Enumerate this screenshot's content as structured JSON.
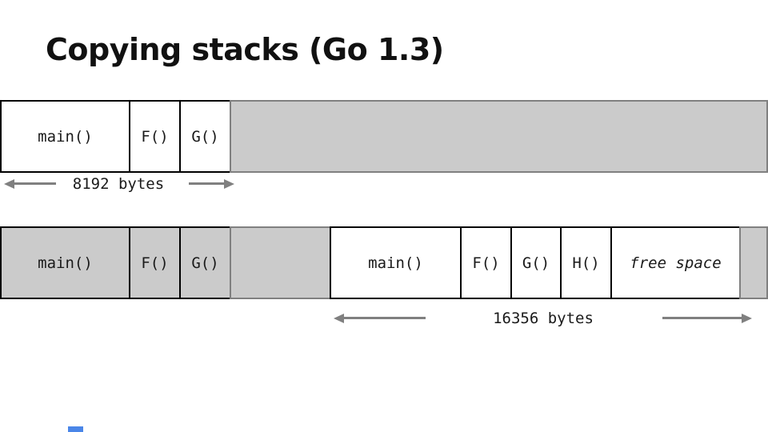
{
  "slide": {
    "title": "Copying stacks (Go 1.3)"
  },
  "stack_before": {
    "frames": [
      "main()",
      "F()",
      "G()"
    ],
    "size_label": "8192 bytes"
  },
  "stack_after": {
    "old_frames": [
      "main()",
      "F()",
      "G()"
    ],
    "new_frames": [
      "main()",
      "F()",
      "G()",
      "H()"
    ],
    "free_space_label": "free space",
    "size_label": "16356 bytes"
  },
  "colors": {
    "fill_gray": "#cbcbcb",
    "border_gray": "#808080",
    "border_black": "#000000",
    "arrow_gray": "#808080",
    "text_dark": "#1a1a1a",
    "progress_blue": "#4a86e8"
  }
}
